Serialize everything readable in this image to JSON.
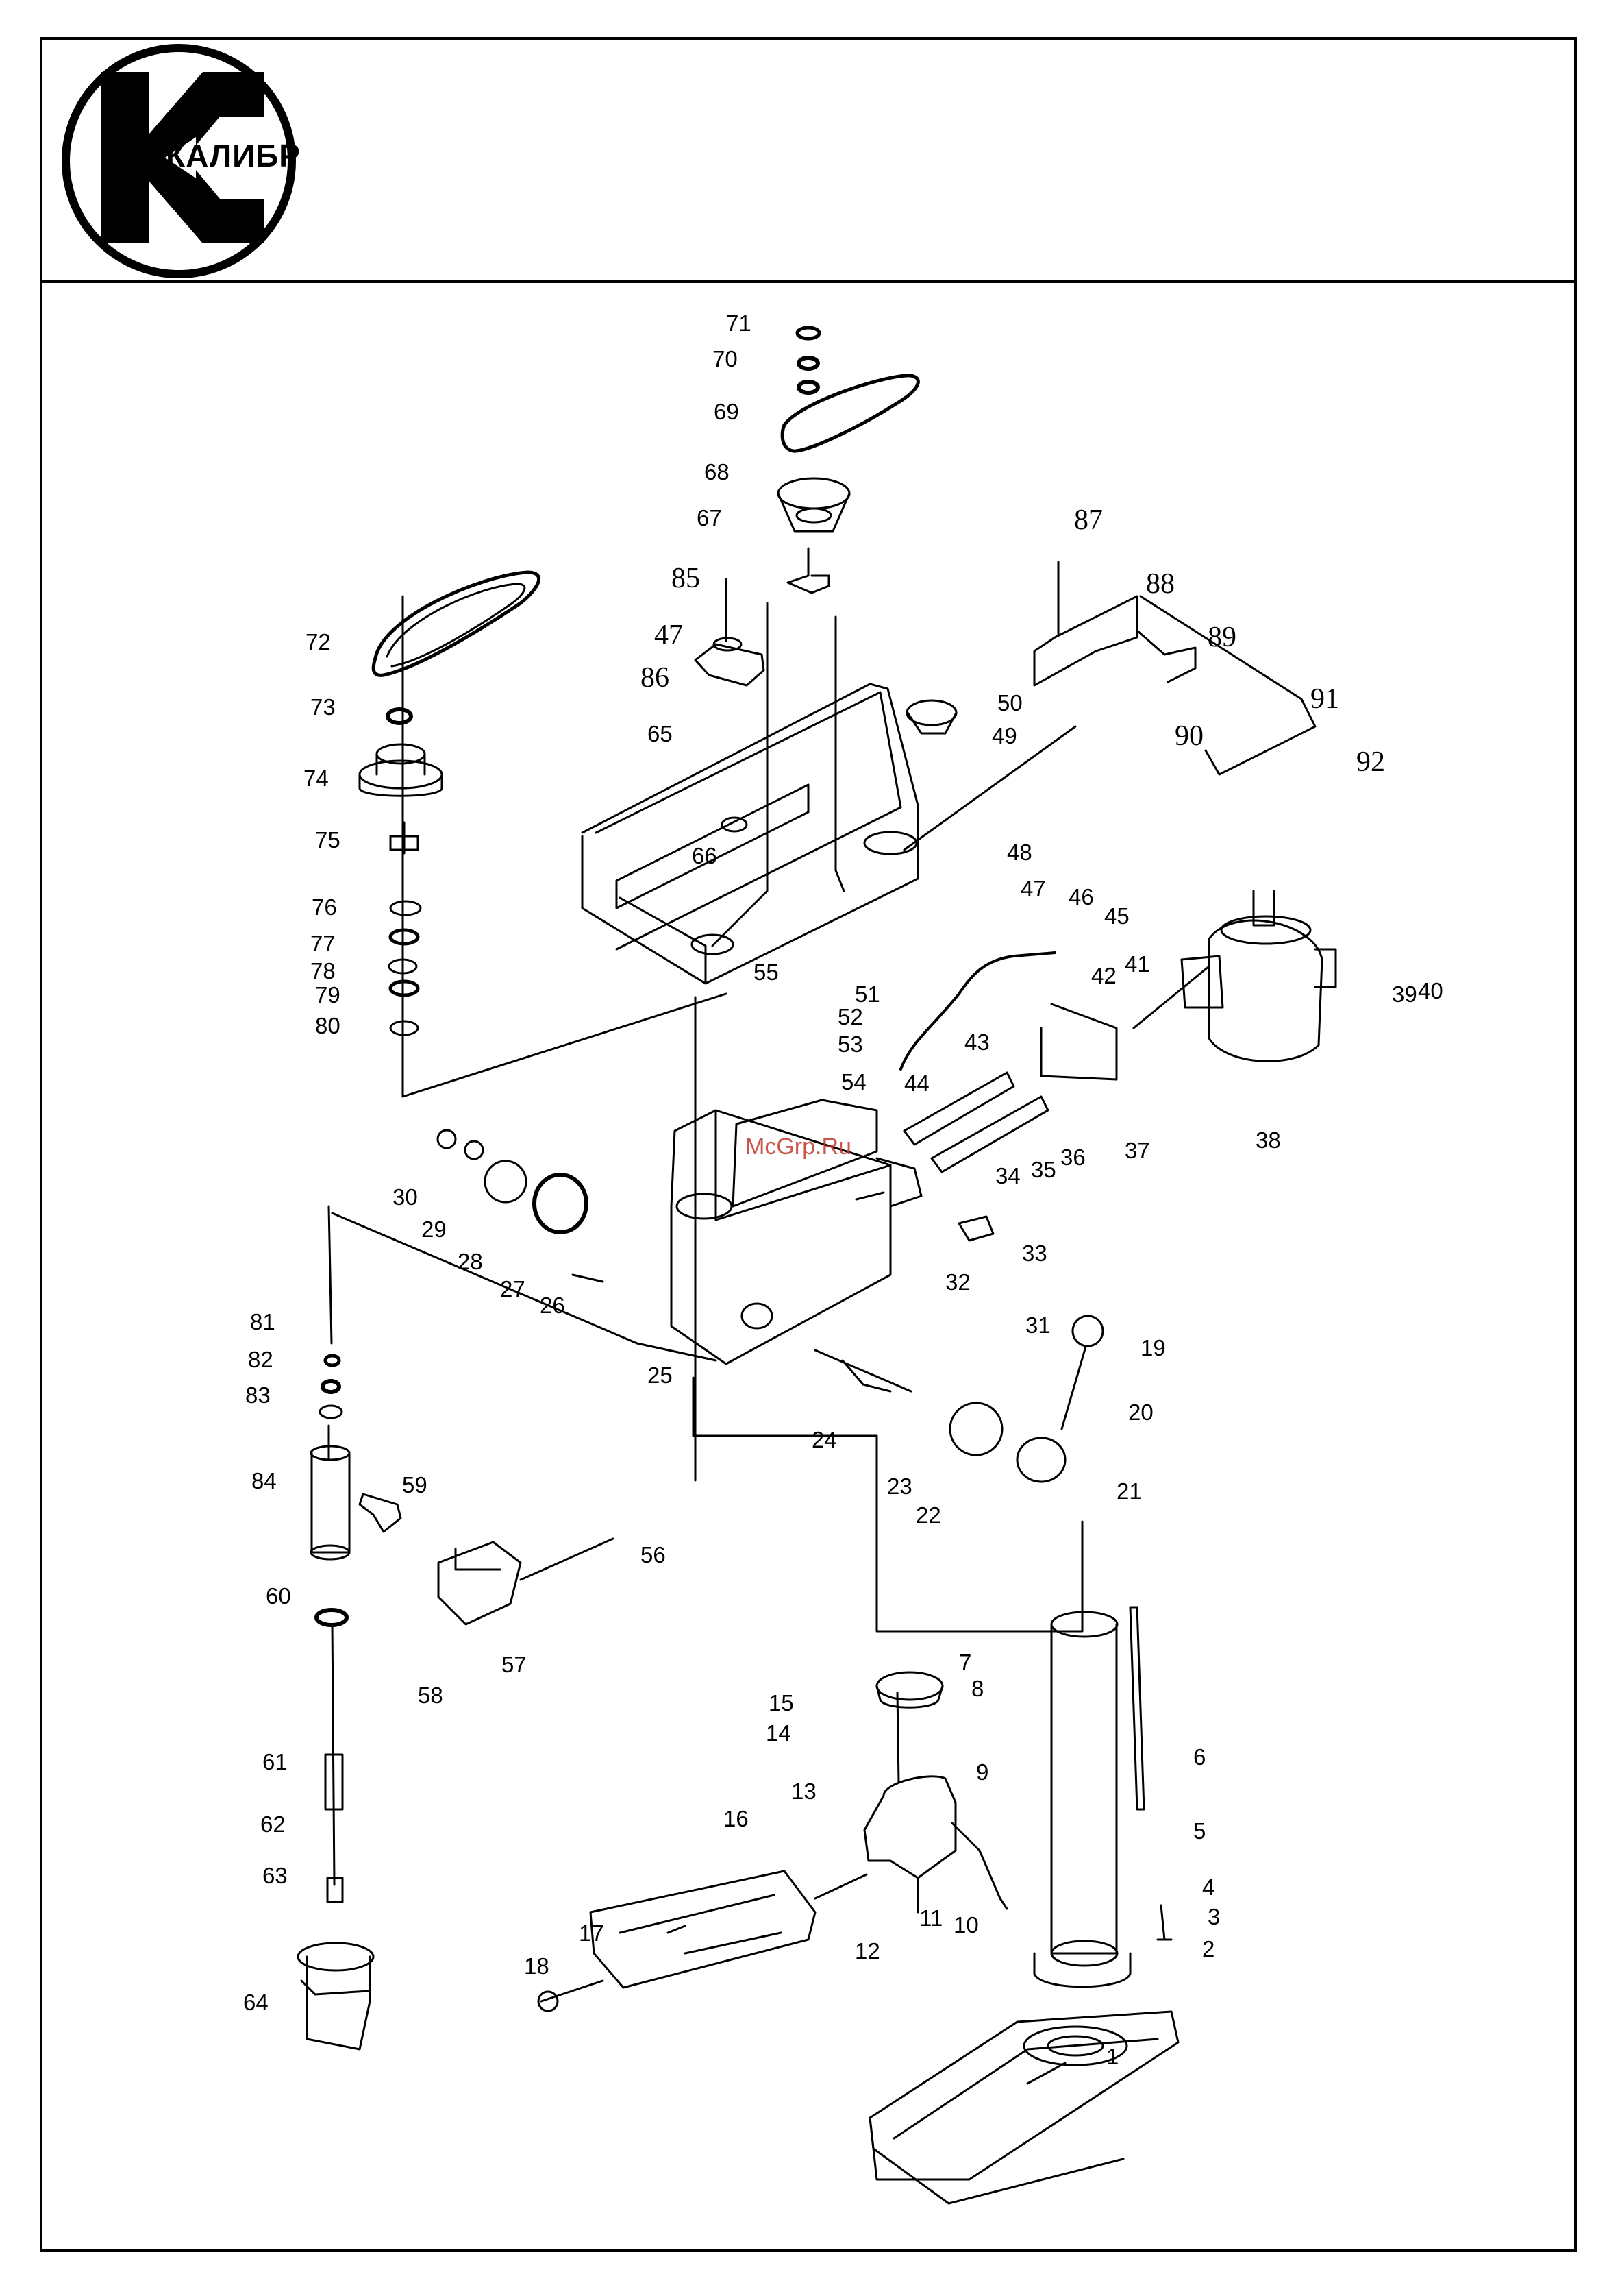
{
  "logo": {
    "text": "КАЛИБР"
  },
  "watermark": "McGrp.Ru",
  "parts": {
    "p1": "1",
    "p2": "2",
    "p3": "3",
    "p4": "4",
    "p5": "5",
    "p6": "6",
    "p7": "7",
    "p8": "8",
    "p9": "9",
    "p10": "10",
    "p11": "11",
    "p12": "12",
    "p13": "13",
    "p14": "14",
    "p15": "15",
    "p16": "16",
    "p17": "17",
    "p18": "18",
    "p19": "19",
    "p20": "20",
    "p21": "21",
    "p22": "22",
    "p23": "23",
    "p24": "24",
    "p25": "25",
    "p26": "26",
    "p27": "27",
    "p28": "28",
    "p29": "29",
    "p30": "30",
    "p31": "31",
    "p32": "32",
    "p33": "33",
    "p34": "34",
    "p35": "35",
    "p36": "36",
    "p37": "37",
    "p38": "38",
    "p39": "39",
    "p40": "40",
    "p41": "41",
    "p42": "42",
    "p43": "43",
    "p44": "44",
    "p45": "45",
    "p46": "46",
    "p47a": "47",
    "p47b": "47",
    "p48": "48",
    "p49": "49",
    "p50": "50",
    "p51": "51",
    "p52": "52",
    "p53": "53",
    "p54": "54",
    "p55": "55",
    "p56": "56",
    "p57": "57",
    "p58": "58",
    "p59": "59",
    "p60": "60",
    "p61": "61",
    "p62": "62",
    "p63": "63",
    "p64": "64",
    "p65": "65",
    "p66": "66",
    "p67": "67",
    "p68": "68",
    "p69": "69",
    "p70": "70",
    "p71": "71",
    "p72": "72",
    "p73": "73",
    "p74": "74",
    "p75": "75",
    "p76": "76",
    "p77": "77",
    "p78": "78",
    "p79": "79",
    "p80": "80",
    "p81": "81",
    "p82": "82",
    "p83": "83",
    "p84": "84",
    "p85": "85",
    "p86": "86",
    "p87": "87",
    "p88": "88",
    "p89": "89",
    "p90": "90",
    "p91": "91",
    "p92": "92"
  }
}
